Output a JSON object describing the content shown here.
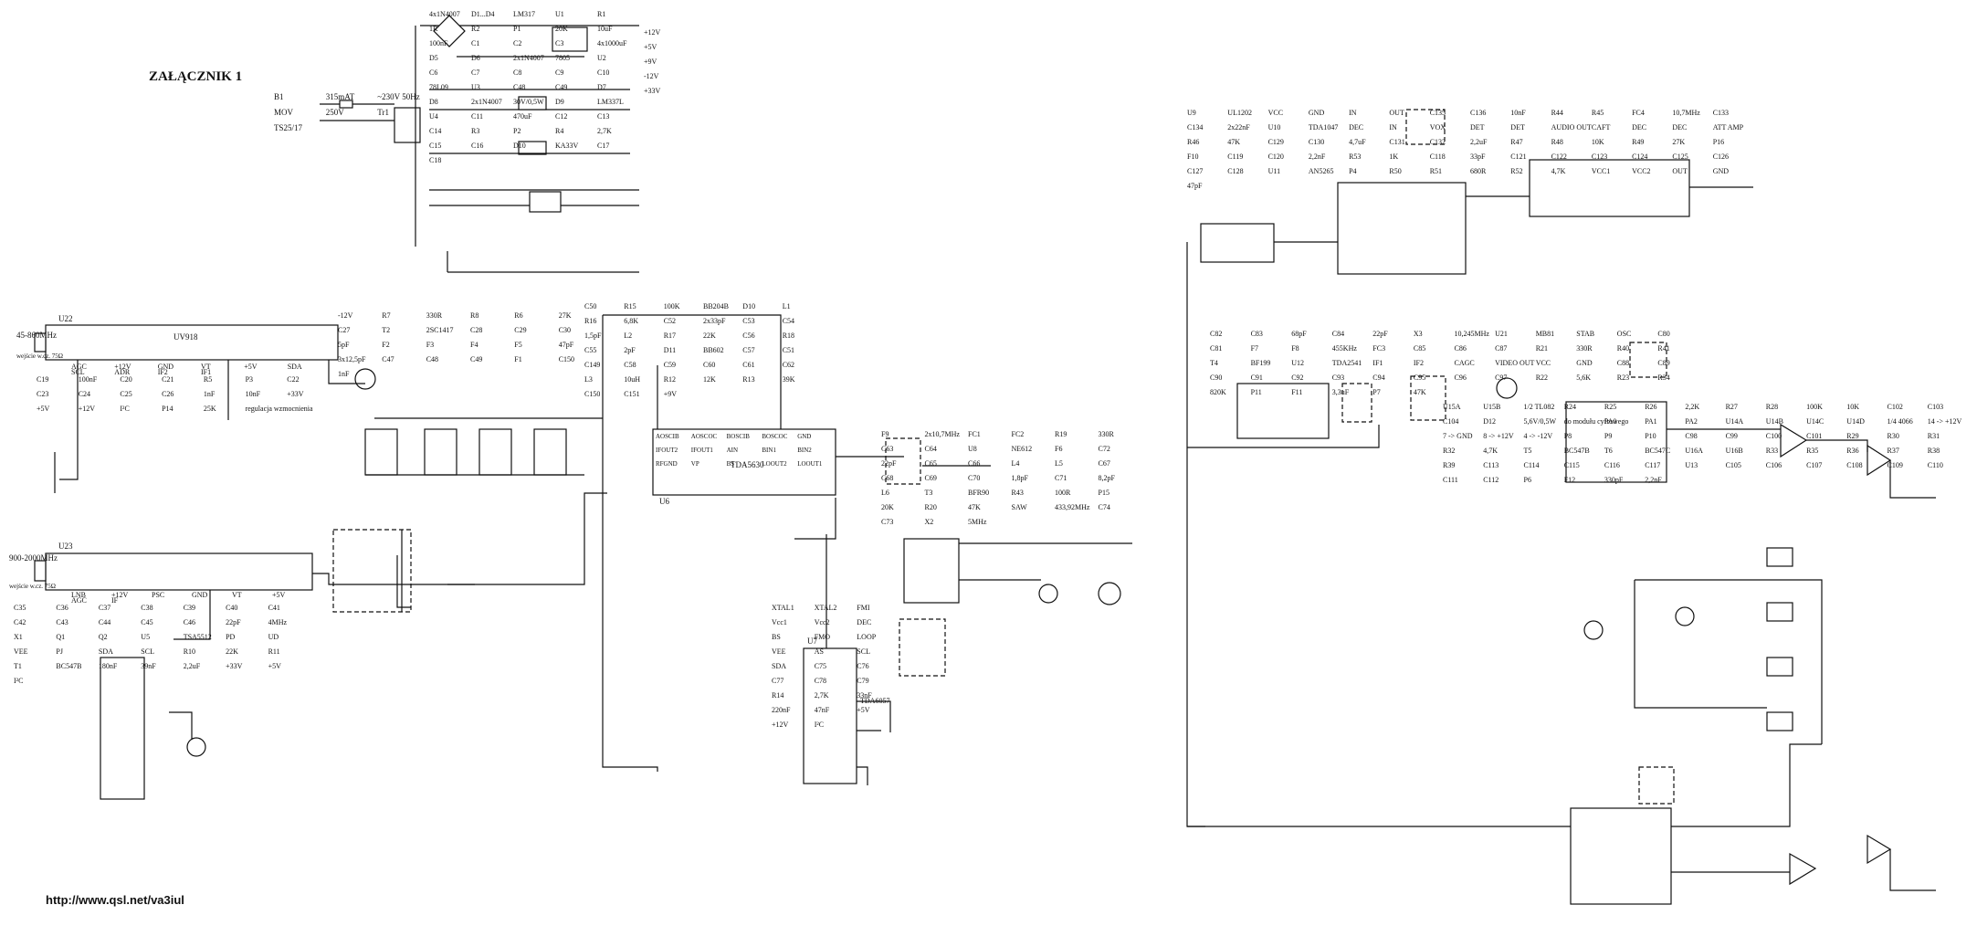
{
  "title": "ZAŁĄCZNIK 1",
  "footer_url": "http://www.qsl.net/va3iul",
  "power_supply": {
    "inputs": [
      "B1",
      "315mAT",
      "~230V 50Hz",
      "MOV",
      "250V",
      "Tr1",
      "TS25/17"
    ],
    "labels": [
      "4x1N4007",
      "D1...D4",
      "LM317",
      "U1",
      "R1",
      "1R",
      "R2",
      "P1",
      "20K",
      "10uF",
      "100nF",
      "C1",
      "C2",
      "C3",
      "4x1000uF",
      "D5",
      "D6",
      "2x1N4007",
      "7805",
      "U2",
      "C6",
      "C7",
      "C8",
      "C9",
      "C10",
      "78L09",
      "U3",
      "C48",
      "C49",
      "D7",
      "D8",
      "2x1N4007",
      "30V/0,5W",
      "D9",
      "LM337L",
      "U4",
      "C11",
      "470uF",
      "C12",
      "C13",
      "C14",
      "R3",
      "P2",
      "R4",
      "2,7K",
      "C15",
      "C16",
      "D10",
      "KA33V",
      "C17",
      "C18"
    ],
    "rails": [
      "+12V",
      "+5V",
      "+9V",
      "-12V",
      "+33V"
    ]
  },
  "tuner_uhf": {
    "ref": "U22",
    "part": "UV918",
    "band": "45-860MHz",
    "input_note": "wejście w.cz. 75Ω",
    "pins": [
      "AGC",
      "+12V",
      "GND",
      "VT",
      "+5V",
      "SDA",
      "SCL",
      "ADR",
      "IF2",
      "IF1"
    ],
    "labels": [
      "C19",
      "100nF",
      "C20",
      "C21",
      "R5",
      "P3",
      "C22",
      "C23",
      "C24",
      "C25",
      "C26",
      "1nF",
      "10nF",
      "+33V",
      "+5V",
      "+12V",
      "I²C",
      "P14",
      "25K",
      "regulacja wzmocnienia"
    ]
  },
  "tuner_l": {
    "ref": "U23",
    "band": "900-2000MHz",
    "input_note": "wejście w.cz. 75Ω",
    "pins": [
      "LNB",
      "+12V",
      "PSC",
      "GND",
      "VT",
      "+5V",
      "AGC",
      "IF"
    ],
    "labels": [
      "C35",
      "C36",
      "C37",
      "C38",
      "C39",
      "C40",
      "C41",
      "C42",
      "C43",
      "C44",
      "C45",
      "C46",
      "22pF",
      "4MHz",
      "X1",
      "Q1",
      "Q2",
      "U5",
      "TSA5512",
      "PD",
      "UD",
      "VEE",
      "PJ",
      "SDA",
      "SCL",
      "R10",
      "22K",
      "R11",
      "T1",
      "BC547B",
      "180nF",
      "39nF",
      "2,2uF",
      "+33V",
      "+5V",
      "I²C"
    ]
  },
  "if_amp": {
    "labels": [
      "-12V",
      "R7",
      "330R",
      "R8",
      "R6",
      "27K",
      "C27",
      "T2",
      "2SC1417",
      "C28",
      "C29",
      "C30",
      "5pF",
      "F2",
      "F3",
      "F4",
      "F5",
      "47pF",
      "3x12,5pF",
      "C47",
      "C48",
      "C49",
      "F1",
      "C150",
      "1nF"
    ]
  },
  "tda5630": {
    "ref": "U6",
    "part": "TDA5630",
    "pins": [
      "AOSCIB",
      "AOSCOC",
      "BOSCIB",
      "BOSCOC",
      "GND",
      "IFOUT2",
      "IFOUT1",
      "AIN",
      "BIN1",
      "BIN2",
      "RFGND",
      "VP",
      "BS",
      "LOOUT2",
      "LOOUT1"
    ],
    "labels": [
      "C50",
      "R15",
      "100K",
      "BB204B",
      "D10",
      "L1",
      "R16",
      "6,8K",
      "C52",
      "2x33pF",
      "C53",
      "C54",
      "1,5pF",
      "L2",
      "R17",
      "22K",
      "C56",
      "R18",
      "C55",
      "2pF",
      "D11",
      "BB602",
      "C57",
      "C51",
      "C149",
      "C58",
      "C59",
      "C60",
      "C61",
      "C62",
      "L3",
      "10uH",
      "R12",
      "12K",
      "R13",
      "39K",
      "C150",
      "C151",
      "+9V"
    ]
  },
  "saw_section": {
    "labels": [
      "F9",
      "2x10,7MHz",
      "FC1",
      "FC2",
      "R19",
      "330R",
      "C63",
      "C64",
      "U8",
      "NE612",
      "F6",
      "C72",
      "22pF",
      "C65",
      "C66",
      "L4",
      "L5",
      "C67",
      "C68",
      "C69",
      "C70",
      "1,8pF",
      "C71",
      "8,2pF",
      "L6",
      "T3",
      "BFR90",
      "R43",
      "100R",
      "P15",
      "20K",
      "R20",
      "47K",
      "SAW",
      "433,92MHz",
      "C74",
      "C73",
      "X2",
      "5MHz"
    ]
  },
  "tda6057": {
    "ref": "U7",
    "part": "TDA6057",
    "labels": [
      "XTAL1",
      "XTAL2",
      "FMI",
      "Vcc1",
      "Vcc2",
      "DEC",
      "BS",
      "FMO",
      "LOOP",
      "VEE",
      "AS",
      "SCL",
      "SDA",
      "C75",
      "C76",
      "C77",
      "C78",
      "C79",
      "R14",
      "2,7K",
      "33nF",
      "220nF",
      "47nF",
      "+5V",
      "+12V",
      "I²C"
    ]
  },
  "audio_section": {
    "labels": [
      "U9",
      "UL1202",
      "VCC",
      "GND",
      "IN",
      "OUT",
      "C135",
      "C136",
      "10nF",
      "R44",
      "R45",
      "FC4",
      "10,7MHz",
      "C133",
      "C134",
      "2x22nF",
      "U10",
      "TDA1047",
      "DEC",
      "IN",
      "VOX",
      "DET",
      "DET",
      "AUDIO OUT",
      "CAFT",
      "DEC",
      "DEC",
      "ATT AMP",
      "R46",
      "47K",
      "C129",
      "C130",
      "4,7uF",
      "C131",
      "C132",
      "2,2uF",
      "R47",
      "R48",
      "10K",
      "R49",
      "27K",
      "P16",
      "F10",
      "C119",
      "C120",
      "2,2nF",
      "R53",
      "1K",
      "C118",
      "33pF",
      "C121",
      "C122",
      "C123",
      "C124",
      "C125",
      "C126",
      "C127",
      "C128",
      "U11",
      "AN5265",
      "P4",
      "R50",
      "R51",
      "680R",
      "R52",
      "4,7K",
      "VCC1",
      "VCC2",
      "OUT",
      "GND",
      "47pF"
    ]
  },
  "video_section": {
    "labels": [
      "C82",
      "C83",
      "68pF",
      "C84",
      "22pF",
      "X3",
      "10,245MHz",
      "U21",
      "MB81",
      "STAB",
      "OSC",
      "C80",
      "C81",
      "F7",
      "F8",
      "455KHz",
      "FC3",
      "C85",
      "C86",
      "C87",
      "R21",
      "330R",
      "R40",
      "R41",
      "T4",
      "BF199",
      "U12",
      "TDA2541",
      "IF1",
      "IF2",
      "CAGC",
      "VIDEO OUT",
      "VCC",
      "GND",
      "C88",
      "C89",
      "C90",
      "C91",
      "C92",
      "C93",
      "C94",
      "C95",
      "C96",
      "C97",
      "R22",
      "5,6K",
      "R23",
      "R34",
      "820K",
      "P11",
      "F11",
      "3,3uF",
      "P7",
      "47K"
    ]
  },
  "output_section": {
    "labels": [
      "U15A",
      "U15B",
      "1/2 TL082",
      "R24",
      "R25",
      "R26",
      "2,2K",
      "R27",
      "R28",
      "100K",
      "10K",
      "C102",
      "C103",
      "C104",
      "D12",
      "5,6V/0,5W",
      "do modułu cyfrowego",
      "PA0",
      "PA1",
      "PA2",
      "U14A",
      "U14B",
      "U14C",
      "U14D",
      "1/4 4066",
      "14 -> +12V",
      "7 -> GND",
      "8 -> +12V",
      "4 -> -12V",
      "P8",
      "P9",
      "P10",
      "C98",
      "C99",
      "C100",
      "C101",
      "R29",
      "R30",
      "R31",
      "R32",
      "4,7K",
      "T5",
      "BC547B",
      "T6",
      "BC547C",
      "U16A",
      "U16B",
      "R33",
      "R35",
      "R36",
      "R37",
      "R38",
      "R39",
      "C113",
      "C114",
      "C115",
      "C116",
      "C117",
      "U13",
      "C105",
      "C106",
      "C107",
      "C108",
      "C109",
      "C110",
      "C111",
      "C112",
      "P6",
      "F12",
      "330pF",
      "2,2nF"
    ]
  }
}
